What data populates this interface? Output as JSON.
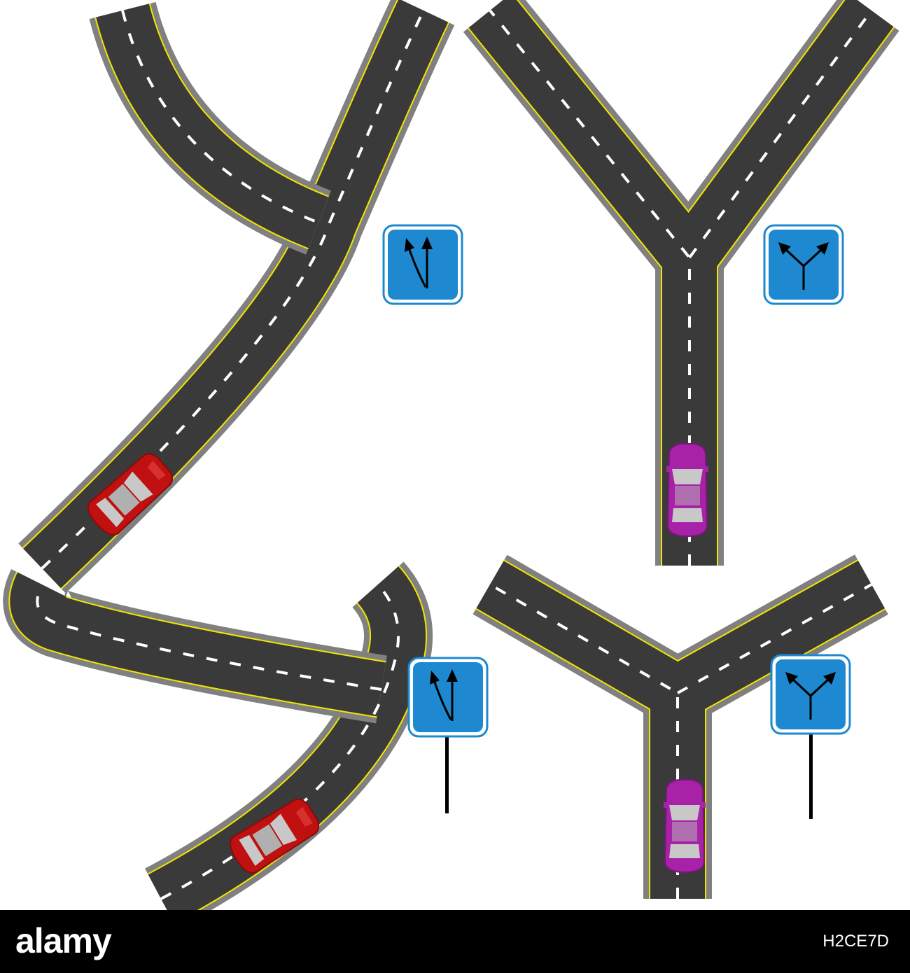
{
  "colors": {
    "background": "#ffffff",
    "asphalt": "#3a3a3a",
    "shoulder": "#808080",
    "edge_line": "#f2e600",
    "lane_dash": "#ffffff",
    "sign_blue": "#1e88d0",
    "sign_border": "#ffffff",
    "sign_outline": "#1e88d0",
    "red_car": "#c01010",
    "purple_car": "#a822a8",
    "car_glass": "#c8c8c8",
    "footer": "#000000"
  },
  "panels": [
    {
      "name": "curve-fork",
      "car": "red",
      "sign": "fork-left-arrow",
      "post": false
    },
    {
      "name": "y-fork",
      "car": "purple",
      "sign": "y-fork-arrow",
      "post": false
    },
    {
      "name": "curve-fork",
      "car": "red",
      "sign": "fork-left-arrow",
      "post": true
    },
    {
      "name": "y-fork",
      "car": "purple",
      "sign": "y-fork-arrow",
      "post": true
    }
  ],
  "footer": {
    "logo": "alamy",
    "image_code": "H2CE7D"
  }
}
